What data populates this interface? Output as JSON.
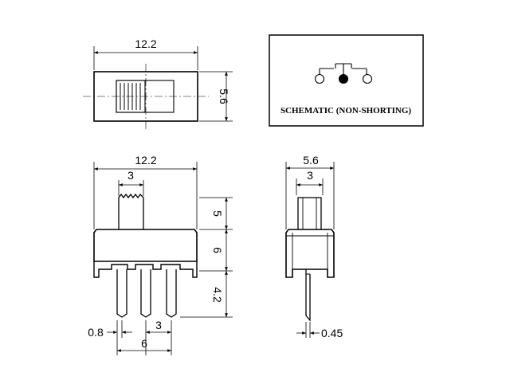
{
  "top_view": {
    "width_label": "12.2",
    "height_label": "5.6"
  },
  "schematic": {
    "caption": "SCHEMATIC (NON-SHORTING)"
  },
  "front_view": {
    "width_label": "12.2",
    "actuator_width_label": "3",
    "actuator_height_label": "5",
    "body_height_label": "6",
    "pin_length_label": "4.2",
    "pin_width_label": "0.8",
    "pin_pitch_label": "3",
    "pin_span_label": "6"
  },
  "side_view": {
    "width_label": "5.6",
    "actuator_width_label": "3",
    "pin_thickness_label": "0.45"
  }
}
